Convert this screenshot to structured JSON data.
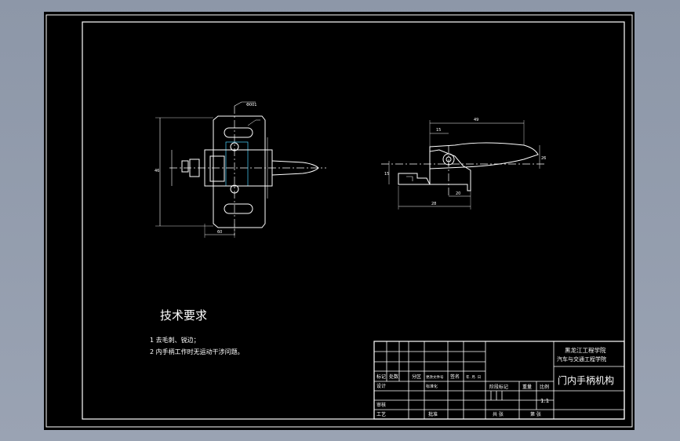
{
  "colors": {
    "background_gradient": "#8d97a8",
    "sheet": "#000000",
    "line": "#ffffff",
    "accent_cyan": "#4ad4ff"
  },
  "tech_requirements": {
    "heading": "技术要求",
    "items": [
      "1 去毛刺、锐边；",
      "2 内手柄工作时无运动干涉问题。"
    ]
  },
  "title_block": {
    "school_line1": "黑龙江工程学院",
    "school_line2": "汽车与交通工程学院",
    "drawing_name": "门内手柄机构",
    "labels": {
      "mark": "标记",
      "count": "处数",
      "zone": "分区",
      "change_doc": "更改文件号",
      "sign": "签名",
      "date": "年. 月. 日",
      "design": "设计",
      "standardize": "标准化",
      "stage_mark": "阶段标记",
      "weight": "重量",
      "scale": "比例",
      "scale_value": "1:1",
      "review": "审核",
      "process": "工艺",
      "approve": "批准",
      "sheets_total": "共 张",
      "sheet_no": "第 张"
    }
  },
  "dimensions": {
    "top_callout": "Φ001",
    "front_height": "46",
    "front_width": "60",
    "side_total": "49",
    "side_offset": "15",
    "side_inner": "20",
    "side_base": "15",
    "side_bottom": "28",
    "side_height": "26"
  }
}
